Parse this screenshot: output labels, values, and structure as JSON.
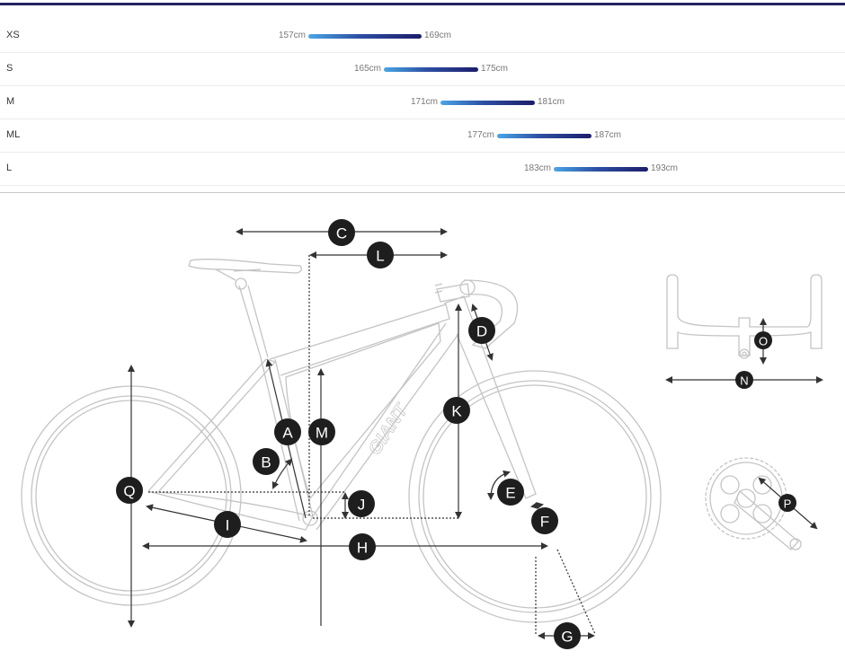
{
  "size_chart": {
    "rows": [
      {
        "size": "XS",
        "min": "157cm",
        "max": "169cm",
        "min_value": 157,
        "max_value": 169
      },
      {
        "size": "S",
        "min": "165cm",
        "max": "175cm",
        "min_value": 165,
        "max_value": 175
      },
      {
        "size": "M",
        "min": "171cm",
        "max": "181cm",
        "min_value": 171,
        "max_value": 181
      },
      {
        "size": "ML",
        "min": "177cm",
        "max": "187cm",
        "min_value": 177,
        "max_value": 187
      },
      {
        "size": "L",
        "min": "183cm",
        "max": "193cm",
        "min_value": 183,
        "max_value": 193
      }
    ],
    "colors": {
      "bar_start": "#4aa6e6",
      "bar_end": "#1c1d6a",
      "accent_rule": "#232361"
    }
  },
  "geometry_diagram": {
    "frame_logo": "GIANT",
    "labels": {
      "A": "A",
      "B": "B",
      "C": "C",
      "D": "D",
      "E": "E",
      "F": "F",
      "G": "G",
      "H": "H",
      "I": "I",
      "J": "J",
      "K": "K",
      "L": "L",
      "M": "M",
      "N": "N",
      "O": "O",
      "P": "P",
      "Q": "Q"
    }
  }
}
